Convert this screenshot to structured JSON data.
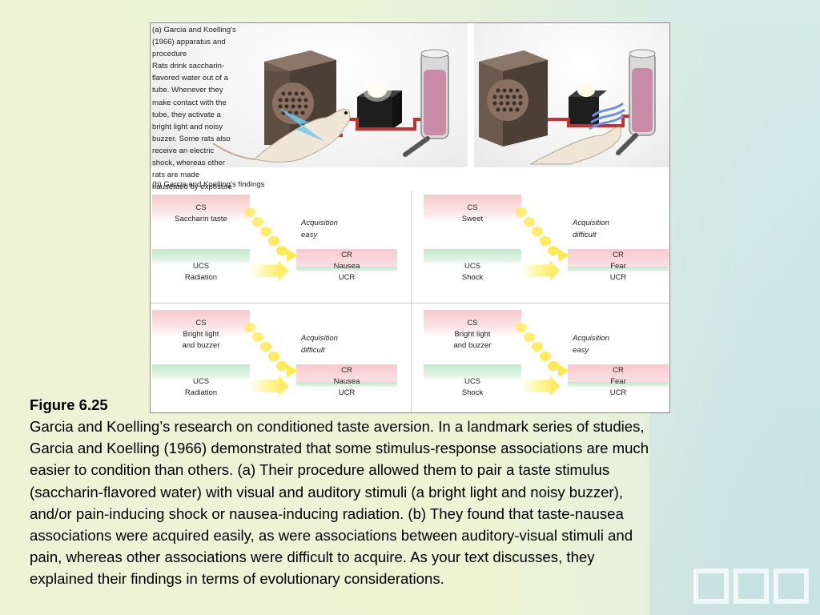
{
  "figure": {
    "panel_a": {
      "caption": "(a) Garcia and Koelling's\n(1966) apparatus and\nprocedure\nRats drink saccharin-\nflavored water out of a\ntube. Whenever they\nmake contact with the\ntube, they activate a\nbright light and noisy\nbuzzer. Some rats also\nreceive an electric\nshock, whereas other\nrats are made\nnauseated by exposure"
    },
    "panel_b": {
      "caption": "(b)  Garcia and Koelling's findings",
      "cells": [
        {
          "cs_title": "CS",
          "cs_name": "Saccharin taste",
          "acquisition": "Acquisition\neasy",
          "ucs_title": "UCS",
          "ucs_name": "Radiation",
          "cr_title": "CR",
          "cr_name": "Nausea",
          "ucr_title": "UCR"
        },
        {
          "cs_title": "CS",
          "cs_name": "Sweet",
          "acquisition": "Acquisition\ndifficult",
          "ucs_title": "UCS",
          "ucs_name": "Shock",
          "cr_title": "CR",
          "cr_name": "Fear",
          "ucr_title": "UCR"
        },
        {
          "cs_title": "CS",
          "cs_name": "Bright light\nand buzzer",
          "acquisition": "Acquisition\ndifficult",
          "ucs_title": "UCS",
          "ucs_name": "Radiation",
          "cr_title": "CR",
          "cr_name": "Nausea",
          "ucr_title": "UCR"
        },
        {
          "cs_title": "CS",
          "cs_name": "Bright light\nand buzzer",
          "acquisition": "Acquisition\neasy",
          "ucs_title": "UCS",
          "ucs_name": "Shock",
          "cr_title": "CR",
          "cr_name": "Fear",
          "ucr_title": "UCR"
        }
      ]
    }
  },
  "slide": {
    "title": "Figure 6.25",
    "body": "Garcia and Koelling’s research on conditioned taste aversion. In a landmark series of studies,\nGarcia and Koelling (1966) demonstrated that some stimulus-response associations are much\neasier to condition than others.  (a) Their procedure allowed them to pair a taste stimulus\n(saccharin-flavored water) with visual and auditory stimuli (a bright light and noisy buzzer),\nand/or pain-inducing shock or nausea-inducing radiation. (b) They found that taste-nausea\nassociations were acquired easily, as were associations between auditory-visual stimuli and\npain, whereas other associations were difficult to acquire. As your text discusses, they\nexplained their findings in terms of evolutionary considerations."
  },
  "colors": {
    "cs_band": "#f7c9cc",
    "ucs_band": "#bfe8cb",
    "arrow_yellow": "#ffe94d",
    "liquid": "#c88aa4"
  }
}
